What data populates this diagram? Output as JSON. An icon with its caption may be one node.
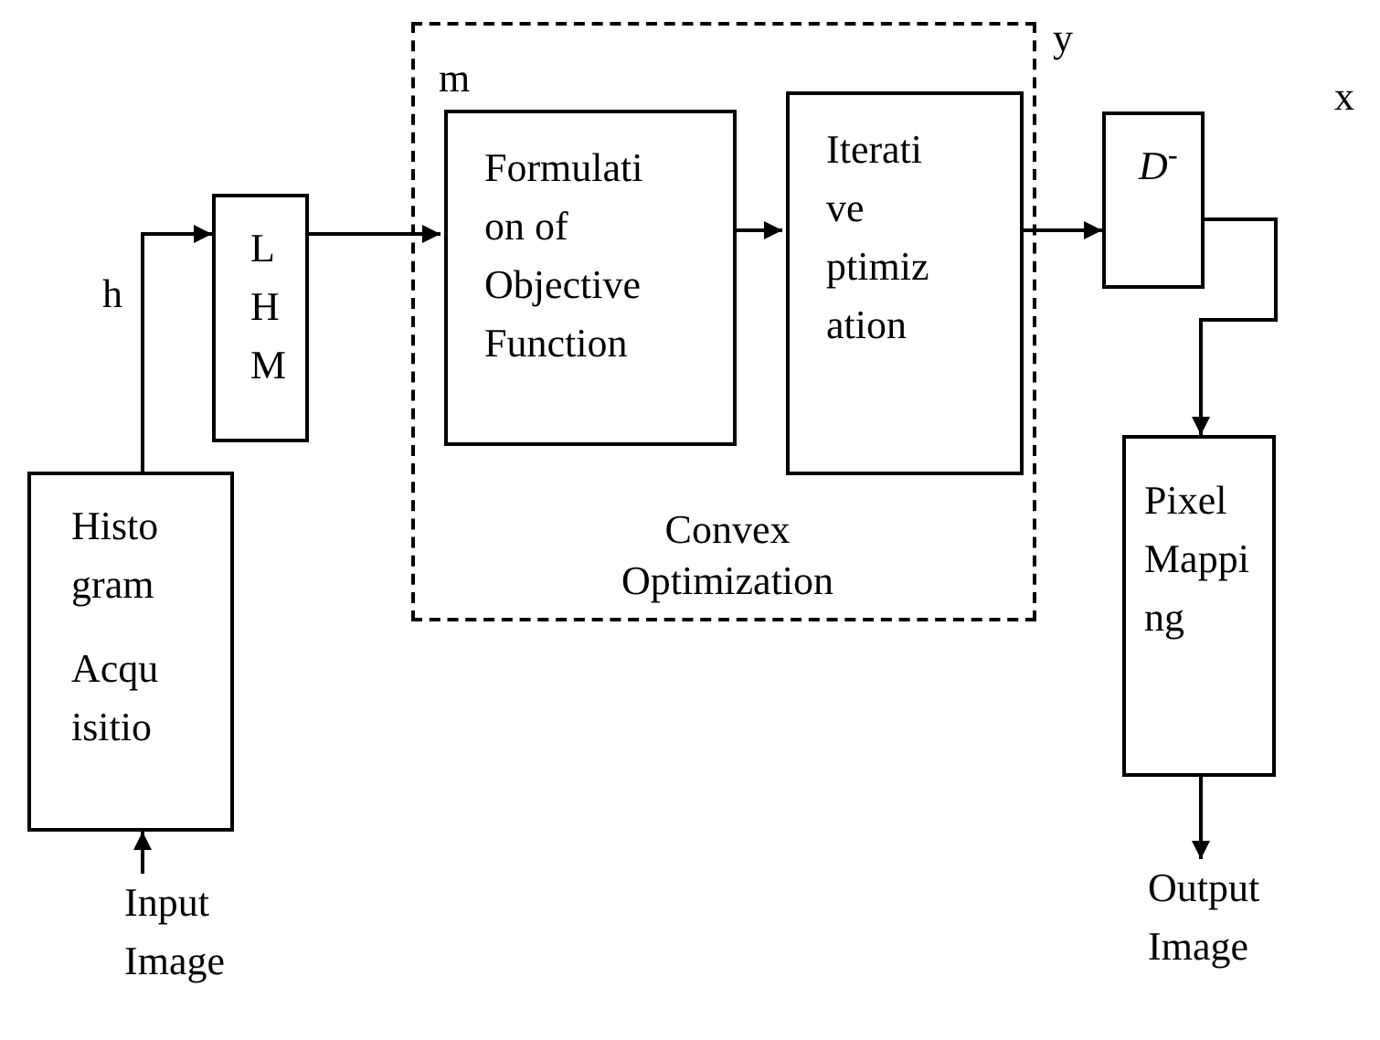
{
  "diagram": {
    "nodes": [
      {
        "text": [
          "Histo gram",
          "Acqu isitio"
        ]
      },
      {
        "text": [
          "Input Image"
        ]
      },
      {
        "text": [
          "L H M"
        ]
      },
      {
        "text": [
          "Convex Optimization"
        ]
      },
      {
        "text": [
          "Formulati on of Objective Function"
        ],
        "in": 3
      },
      {
        "text": [
          "Iterati ve ptimiz ation"
        ],
        "in": 3
      },
      {
        "text": [
          "*D*$^{-}$"
        ]
      },
      {
        "text": [
          "Pixel Mappi ng"
        ]
      },
      {
        "text": [
          "Output Image"
        ]
      }
    ],
    "edges": [
      {
        "from": 1,
        "to": 0,
        "arrow": "to"
      },
      {
        "from": 0,
        "to": 2,
        "arrow": "to",
        "label": "h"
      },
      {
        "from": 2,
        "to": 4,
        "arrow": "to",
        "label": "m"
      },
      {
        "from": 4,
        "to": 5,
        "arrow": "to"
      },
      {
        "from": 5,
        "to": 6,
        "arrow": "to",
        "label": "y"
      },
      {
        "from": 6,
        "to": 7,
        "arrow": "to",
        "label": "x"
      },
      {
        "from": 7,
        "to": 8,
        "arrow": "to"
      }
    ]
  }
}
